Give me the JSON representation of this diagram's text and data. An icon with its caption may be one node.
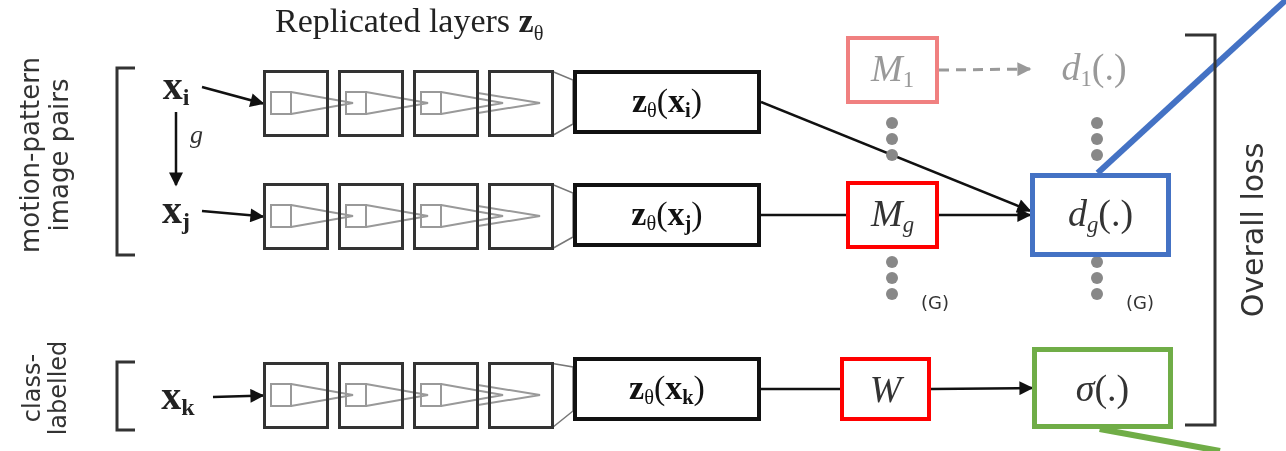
{
  "diagram": {
    "title": "Replicated layers **z**$_{θ}$",
    "nodes": [
      {
        "text": [
          "x$_{i}$"
        ]
      },
      {
        "text": [
          "x$_{j}$"
        ]
      },
      {
        "text": [
          "x$_{k}$"
        ]
      },
      {
        "text": [],
        "shape": "box"
      },
      {
        "text": [],
        "shape": "box"
      },
      {
        "text": [],
        "shape": "box"
      },
      {
        "text": [],
        "shape": "box"
      },
      {
        "text": [],
        "shape": "box"
      },
      {
        "text": [],
        "shape": "box"
      },
      {
        "text": [],
        "shape": "box"
      },
      {
        "text": [],
        "shape": "box"
      },
      {
        "text": [],
        "shape": "box"
      },
      {
        "text": [],
        "shape": "box"
      },
      {
        "text": [],
        "shape": "box"
      },
      {
        "text": [],
        "shape": "box"
      },
      {
        "text": [
          "**z**$_{θ}$(**x**$_{i}$)"
        ]
      },
      {
        "text": [
          "**z**$_{θ}$(**x**$_{j}$)"
        ]
      },
      {
        "text": [
          "**z**$_{θ}$(**x**$_{k}$)"
        ]
      },
      {
        "text": [
          "*M*$_{1}$"
        ]
      },
      {
        "text": [
          "*d*$_{1}$(.)"
        ]
      },
      {
        "text": [
          "M$_{g}$"
        ]
      },
      {
        "text": [
          "*d*$_{g}$(.)"
        ]
      },
      {
        "text": [
          "W"
        ]
      },
      {
        "text": [
          "*σ*(.)"
        ]
      }
    ],
    "edges": [
      {
        "from": 0,
        "to": 1,
        "arrow": "to",
        "label": "g"
      },
      {
        "from": 0,
        "to": 3,
        "arrow": "to"
      },
      {
        "from": 1,
        "to": 7,
        "arrow": "to"
      },
      {
        "from": 2,
        "to": 11,
        "arrow": "to"
      },
      {
        "from": 6,
        "to": 15,
        "arrow": "none",
        "color": "#777777"
      },
      {
        "from": 10,
        "to": 16,
        "arrow": "none",
        "color": "#777777"
      },
      {
        "from": 14,
        "to": 17,
        "arrow": "none",
        "color": "#777777"
      },
      {
        "from": 15,
        "to": 21,
        "arrow": "to"
      },
      {
        "from": 16,
        "to": 20,
        "arrow": "none"
      },
      {
        "from": 20,
        "to": 21,
        "arrow": "to"
      },
      {
        "from": 17,
        "to": 22,
        "arrow": "none"
      },
      {
        "from": 22,
        "to": 23,
        "arrow": "to"
      },
      {
        "from": 18,
        "to": 19,
        "arrow": "to",
        "style": "dashed",
        "color": "#999999"
      },
      {
        "from": 21,
        "to": null,
        "arrow": "none",
        "style": "thick",
        "color": "#4472c4"
      },
      {
        "from": 23,
        "to": null,
        "arrow": "none",
        "style": "thick",
        "color": "#70ad47"
      }
    ],
    "labels": [
      "motion-pattern image pairs",
      "class-labelled",
      "(G)",
      "(G)",
      "Overall loss"
    ]
  }
}
